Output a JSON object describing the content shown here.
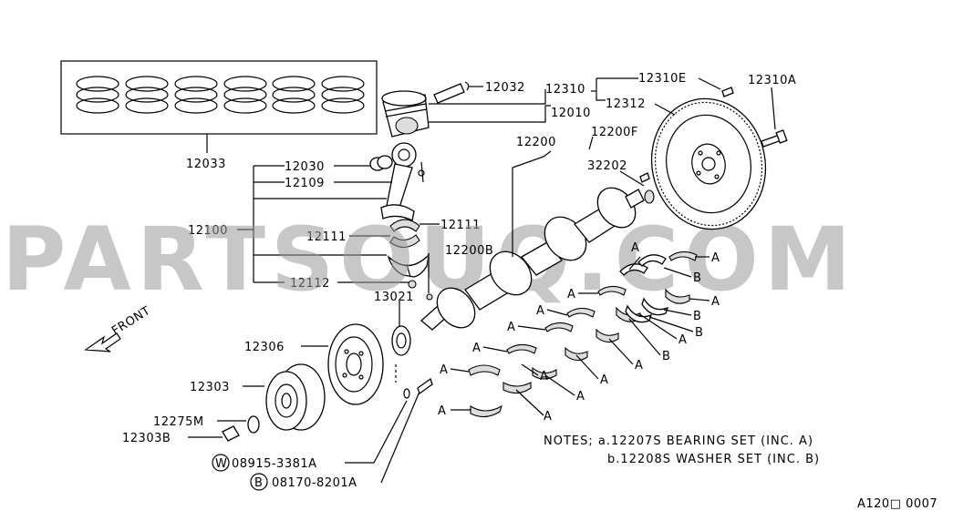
{
  "watermark": "PARTSOUQ.COM",
  "front_label": "FRONT",
  "footer_code": "A120□ 0007",
  "notes": {
    "line1": "NOTES; a.12207S BEARING SET (INC. A)",
    "line2": "b.12208S WASHER SET (INC. B)"
  },
  "part_labels": {
    "p12033": "12033",
    "p12032": "12032",
    "p12310": "12310",
    "p12310E": "12310E",
    "p12310A": "12310A",
    "p12312": "12312",
    "p12010": "12010",
    "p12200": "12200",
    "p12200F": "12200F",
    "p32202": "32202",
    "p12030": "12030",
    "p12109": "12109",
    "p12100": "12100",
    "p12111a": "12111",
    "p12111b": "12111",
    "p12200B": "12200B",
    "p12112": "12112",
    "p13021": "13021",
    "p12306": "12306",
    "p12303": "12303",
    "p12275M": "12275M",
    "p12303B": "12303B",
    "p08915": "08915-3381A",
    "p08170": "08170-8201A"
  },
  "circle_marks": {
    "w": "W",
    "b": "B"
  },
  "marks": {
    "A": "A",
    "B": "B"
  }
}
